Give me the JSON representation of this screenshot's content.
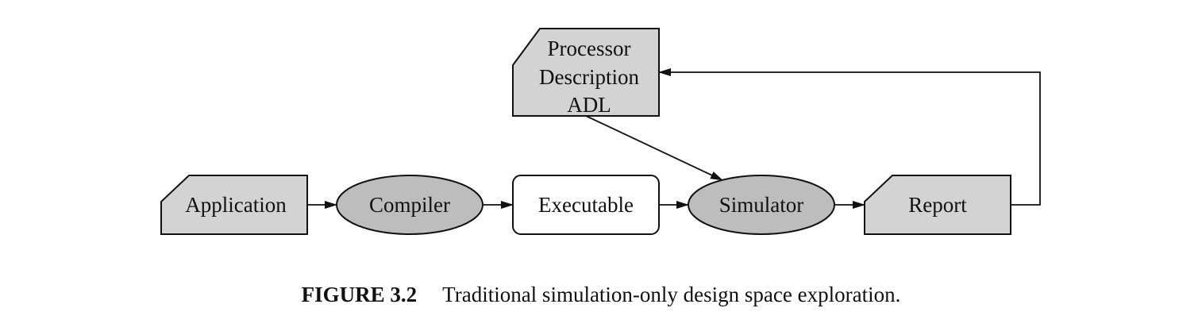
{
  "nodes": {
    "processor": {
      "lines": [
        "Processor",
        "Description",
        "ADL"
      ],
      "fill": "#d3d3d3"
    },
    "application": {
      "label": "Application",
      "fill": "#d3d3d3"
    },
    "compiler": {
      "label": "Compiler",
      "fill": "#bdbdbd"
    },
    "executable": {
      "label": "Executable",
      "fill": "#ffffff"
    },
    "simulator": {
      "label": "Simulator",
      "fill": "#bdbdbd"
    },
    "report": {
      "label": "Report",
      "fill": "#d3d3d3"
    }
  },
  "caption": {
    "figure_number": "FIGURE 3.2",
    "text": "Traditional simulation-only design space exploration."
  },
  "colors": {
    "stroke": "#111111",
    "document_fill": "#d3d3d3",
    "process_fill": "#bdbdbd",
    "data_fill": "#ffffff"
  }
}
